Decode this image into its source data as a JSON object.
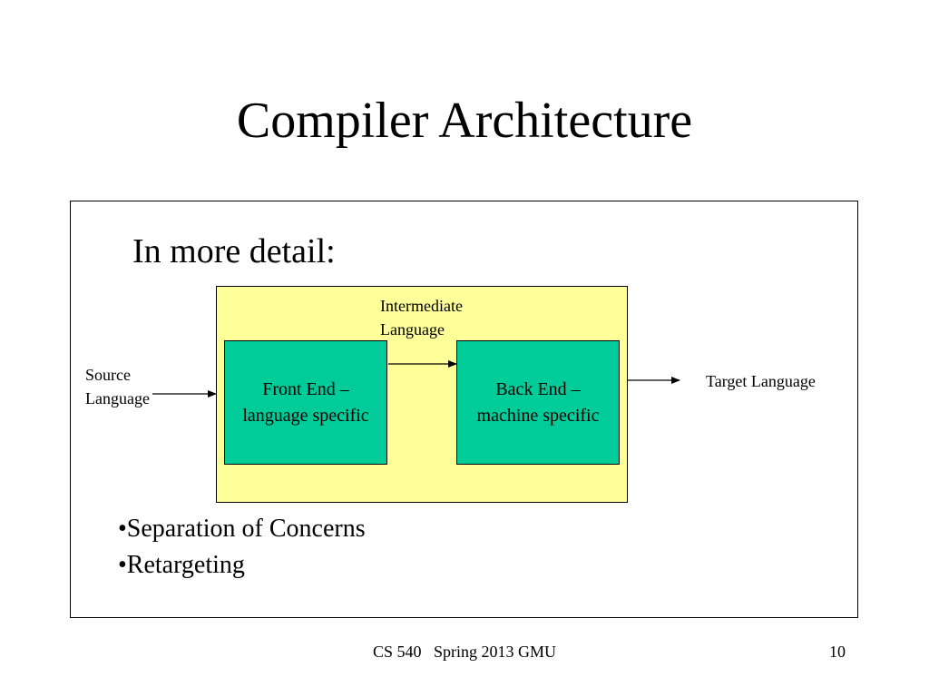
{
  "slide": {
    "title": "Compiler Architecture",
    "subheading": "In more detail:"
  },
  "diagram": {
    "intermediate_label": "Intermediate\nLanguage",
    "source_label": "Source\nLanguage",
    "target_label": "Target Language",
    "front_end_label": "Front End –\nlanguage specific",
    "back_end_label": "Back End –\nmachine specific",
    "colors": {
      "panel_fill": "#ffff99",
      "stage_fill": "#00cc99",
      "stroke": "#000000"
    }
  },
  "bullets": [
    "•Separation of Concerns",
    "•Retargeting"
  ],
  "footer": {
    "course": "CS 540   Spring 2013 GMU",
    "page_number": "10"
  }
}
